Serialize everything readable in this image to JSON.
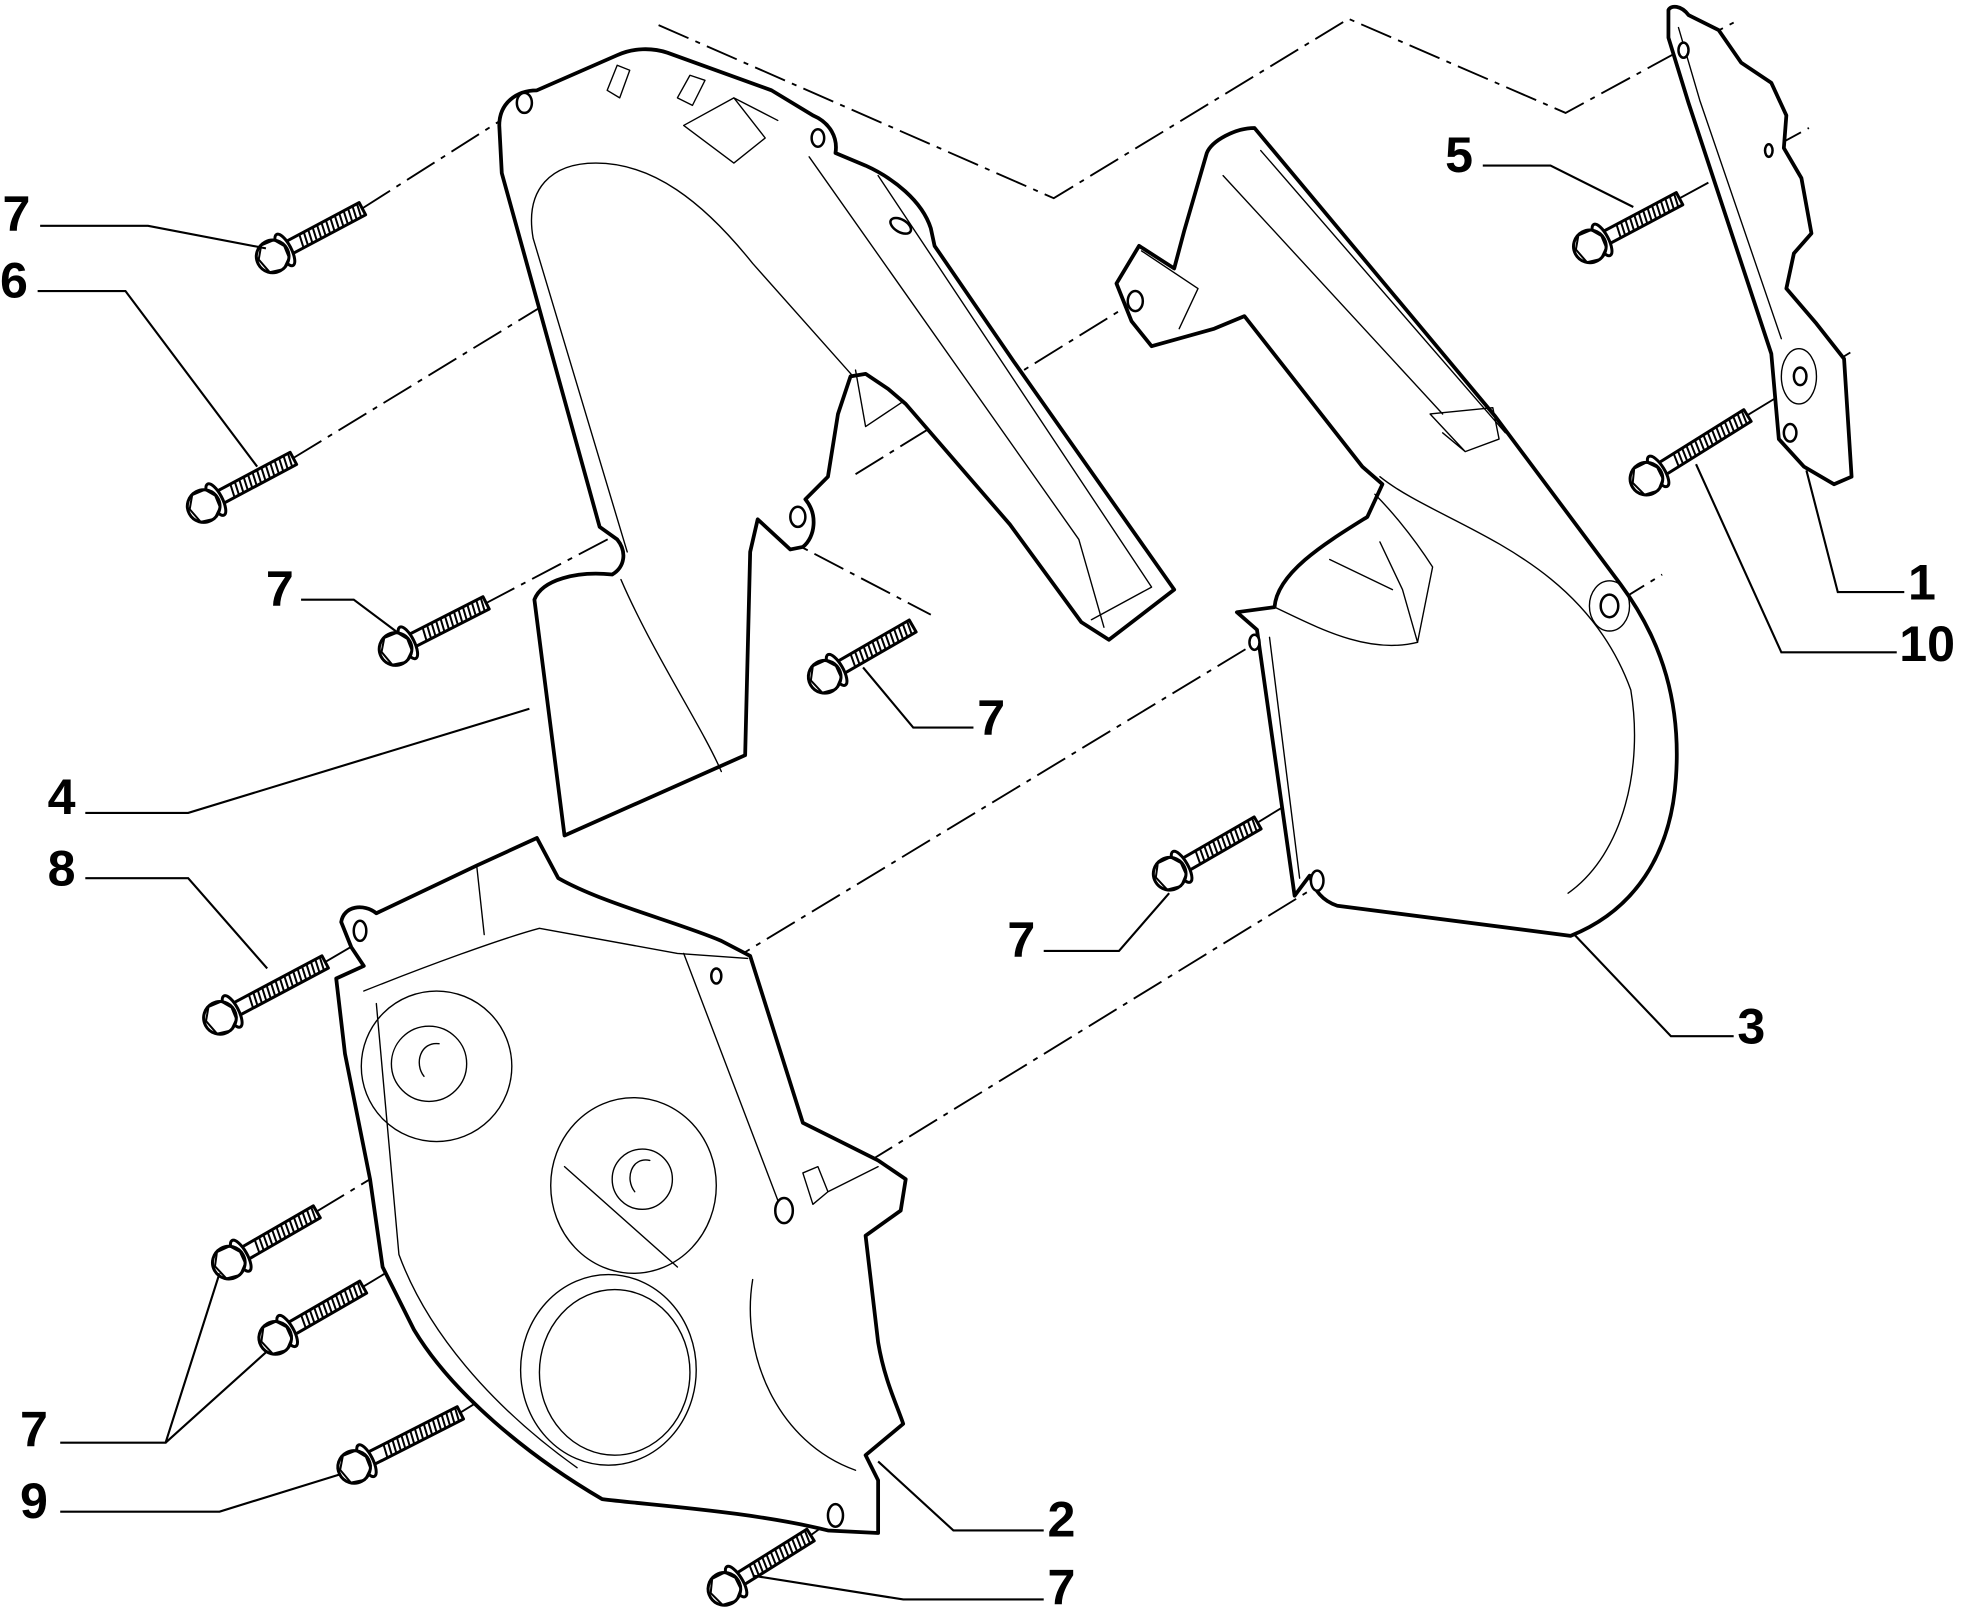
{
  "callouts": [
    {
      "label": "7"
    },
    {
      "label": "6"
    },
    {
      "label": "7"
    },
    {
      "label": "7"
    },
    {
      "label": "4"
    },
    {
      "label": "8"
    },
    {
      "label": "7"
    },
    {
      "label": "9"
    },
    {
      "label": "2"
    },
    {
      "label": "7"
    },
    {
      "label": "5"
    },
    {
      "label": "1"
    },
    {
      "label": "10"
    },
    {
      "label": "7"
    },
    {
      "label": "3"
    }
  ],
  "colors": {
    "line": "#000000",
    "background": "#ffffff"
  }
}
